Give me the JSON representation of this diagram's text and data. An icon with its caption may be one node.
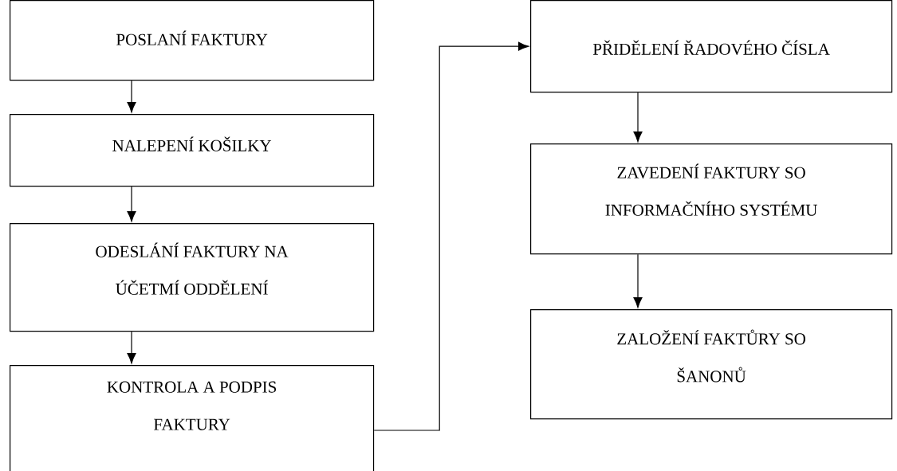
{
  "diagram": {
    "nodes": [
      {
        "text": [
          "POSLANÍ FAKTURY"
        ]
      },
      {
        "text": [
          "NALEPENÍ KOŠILKY"
        ]
      },
      {
        "text": [
          "ODESLÁNÍ FAKTURY NA ÚČETMÍ ODDĚLENÍ"
        ]
      },
      {
        "text": [
          "KONTROLA A PODPIS FAKTURY"
        ]
      },
      {
        "text": [
          "PŘIDĚLENÍ ŘADOVÉHO ČÍSLA"
        ]
      },
      {
        "text": [
          "ZAVEDENÍ FAKTURY SO INFORMAČNÍHO SYSTÉMU"
        ]
      },
      {
        "text": [
          "ZALOŽENÍ FAKTŮRY SO ŠANONŮ"
        ]
      }
    ],
    "edges": [
      {
        "from": 0,
        "to": 1,
        "arrow": "to"
      },
      {
        "from": 1,
        "to": 2,
        "arrow": "to"
      },
      {
        "from": 2,
        "to": 3,
        "arrow": "to"
      },
      {
        "from": 3,
        "to": 4,
        "arrow": "to"
      },
      {
        "from": 4,
        "to": 5,
        "arrow": "to"
      },
      {
        "from": 5,
        "to": 6,
        "arrow": "to"
      }
    ]
  }
}
